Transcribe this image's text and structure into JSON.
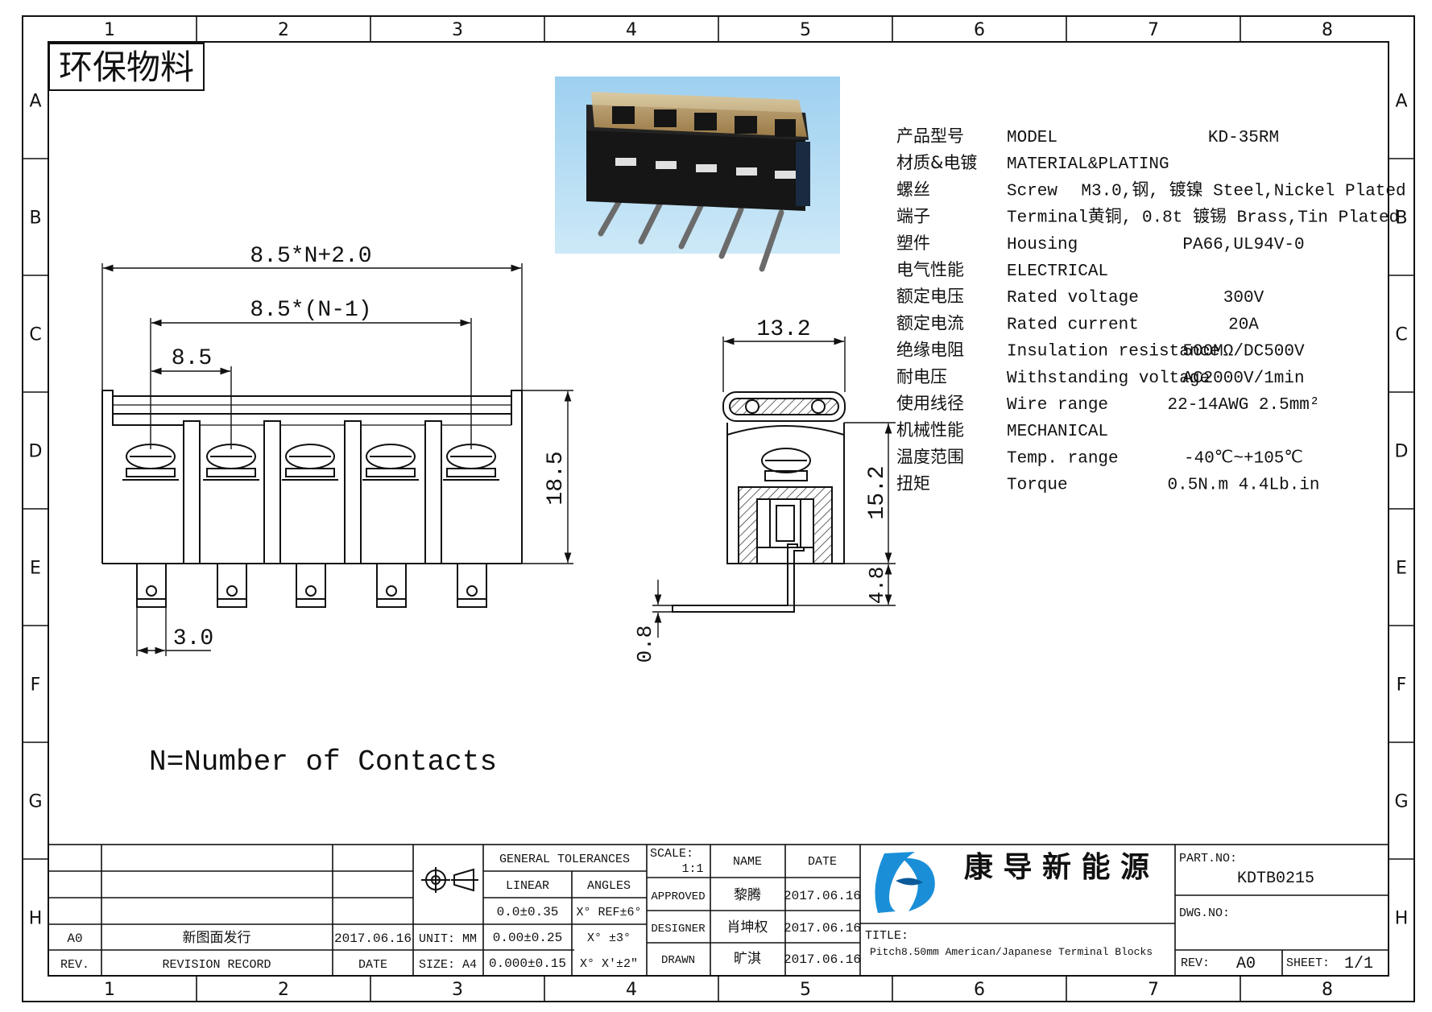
{
  "frame": {
    "columns": [
      "1",
      "2",
      "3",
      "4",
      "5",
      "6",
      "7",
      "8"
    ],
    "rows": [
      "A",
      "B",
      "C",
      "D",
      "E",
      "F",
      "G",
      "H"
    ]
  },
  "stamp": "环保物料",
  "drawing": {
    "front": {
      "overall_dim": "8.5*N+2.0",
      "span_dim": "8.5*(N-1)",
      "pitch_dim": "8.5",
      "height_dim": "18.5",
      "pin_dim": "3.0"
    },
    "side": {
      "width_dim": "13.2",
      "body_dim": "15.2",
      "pin_len_dim": "4.8",
      "pin_thk_dim": "0.8"
    },
    "note": "N=Number of Contacts"
  },
  "specs": [
    {
      "cn": "产品型号",
      "en": "MODEL",
      "val": "KD-35RM"
    },
    {
      "cn": "材质&电镀",
      "en": "MATERIAL&PLATING",
      "val": ""
    },
    {
      "cn": "螺丝",
      "en": "Screw",
      "val": "M3.0,钢, 镀镍 Steel,Nickel Plated"
    },
    {
      "cn": "端子",
      "en": "Terminal",
      "val": "黄铜, 0.8t 镀锡 Brass,Tin Plated"
    },
    {
      "cn": "塑件",
      "en": "Housing",
      "val": "PA66,UL94V-0"
    },
    {
      "cn": "电气性能",
      "en": "ELECTRICAL",
      "val": ""
    },
    {
      "cn": "额定电压",
      "en": "Rated voltage",
      "val": "300V"
    },
    {
      "cn": "额定电流",
      "en": "Rated current",
      "val": "20A"
    },
    {
      "cn": "绝缘电阻",
      "en": "Insulation resistance",
      "val": "500MΩ/DC500V"
    },
    {
      "cn": "耐电压",
      "en": "Withstanding voltage",
      "val": "AC2000V/1min"
    },
    {
      "cn": "使用线径",
      "en": "Wire range",
      "val": "22-14AWG 2.5mm²"
    },
    {
      "cn": "机械性能",
      "en": "MECHANICAL",
      "val": ""
    },
    {
      "cn": "温度范围",
      "en": "Temp. range",
      "val": "-40℃~+105℃"
    },
    {
      "cn": "扭矩",
      "en": "Torque",
      "val": "0.5N.m  4.4Lb.in"
    }
  ],
  "title_block": {
    "revision": {
      "rev": "A0",
      "record": "新图面发行",
      "date": "2017.06.16"
    },
    "revision_headers": {
      "rev": "REV.",
      "record": "REVISION RECORD",
      "date": "DATE"
    },
    "unit": "UNIT: MM",
    "size": "SIZE: A4",
    "tol_header": "GENERAL TOLERANCES",
    "linear_header": "LINEAR",
    "angles_header": "ANGLES",
    "linear": [
      "0.0±0.35",
      "0.00±0.25",
      "0.000±0.15"
    ],
    "angles": [
      "X° REF±6°",
      "X° ±3°",
      "X° X'±2\""
    ],
    "scale_label": "SCALE:",
    "scale": "1:1",
    "name_header": "NAME",
    "date_header": "DATE",
    "approved": {
      "role": "APPROVED",
      "name": "黎腾",
      "date": "2017.06.16"
    },
    "designer": {
      "role": "DESIGNER",
      "name": "肖坤权",
      "date": "2017.06.16"
    },
    "drawn": {
      "role": "DRAWN",
      "name": "旷淇",
      "date": "2017.06.16"
    },
    "company": "康 导 新 能 源",
    "title_label": "TITLE:",
    "title": "Pitch8.50mm American/Japanese Terminal Blocks",
    "part_no_label": "PART.NO:",
    "part_no": "KDTB0215",
    "dwg_no_label": "DWG.NO:",
    "rev_label": "REV:",
    "rev": "A0",
    "sheet_label": "SHEET:",
    "sheet": "1/1"
  }
}
